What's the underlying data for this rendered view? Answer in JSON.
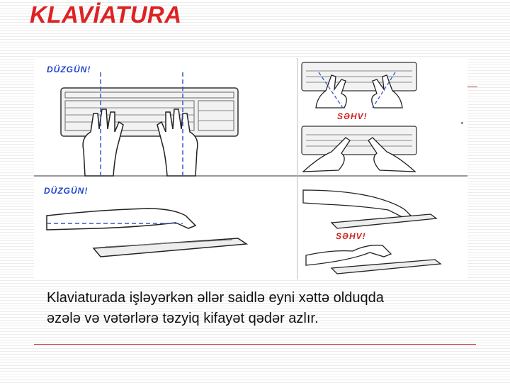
{
  "slide": {
    "title": "KLAVİATURA",
    "panels": {
      "top_left_label": "DÜZGÜN!",
      "top_right_label": "SƏHV!",
      "bottom_left_label": "DÜZGÜN!",
      "bottom_right_label": "SƏHV!"
    },
    "caption_line1": "Klaviaturada işləyərkən əllər saidlə eyni xəttə olduqda",
    "caption_line2": "əzələ və vətərlərə təzyiq kifayət qədər azlır."
  },
  "colors": {
    "title": "#dd2222",
    "correct_label": "#2244cc",
    "wrong_label": "#cc2222",
    "guide_line": "#3355cc",
    "accent_rule": "#cc4444"
  },
  "icons": [
    "keyboard-icon",
    "hands-icon",
    "arm-side-icon"
  ]
}
